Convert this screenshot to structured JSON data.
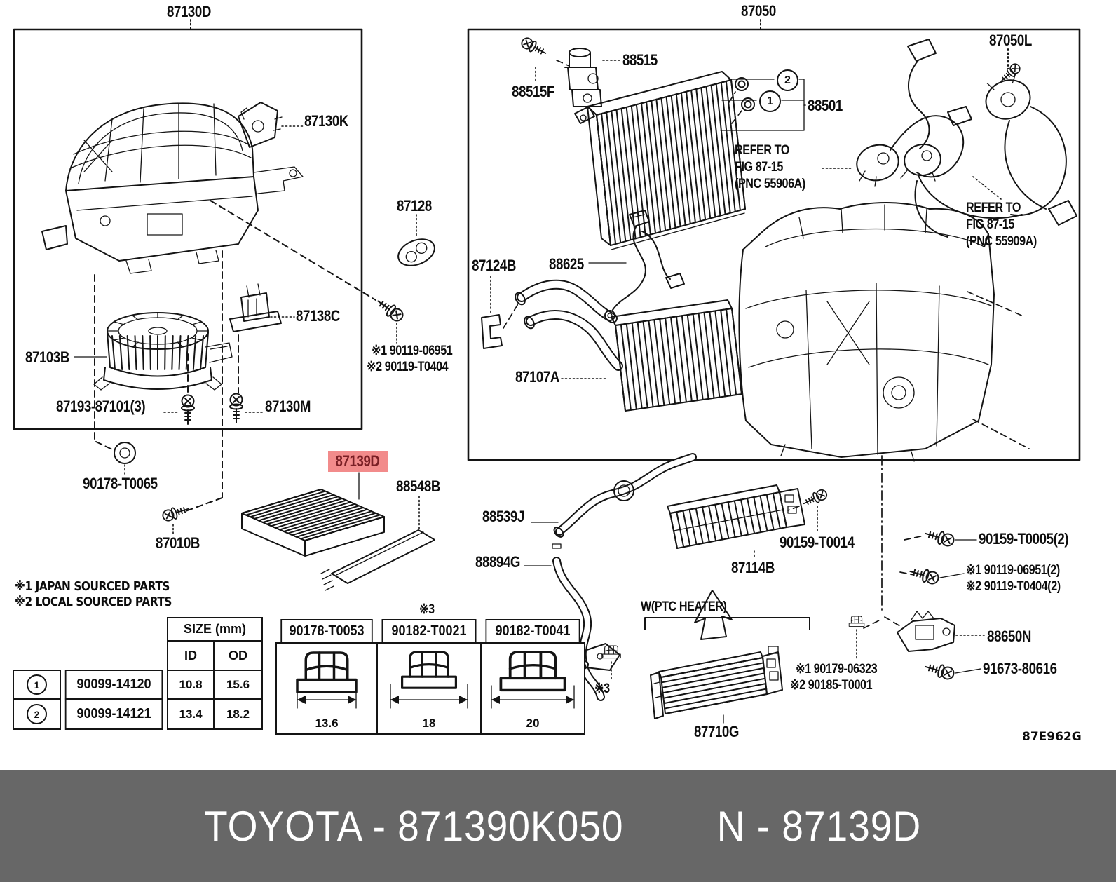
{
  "banner": {
    "left": "TOYOTA - 871390K050",
    "right": "N - 87139D"
  },
  "figure_code": "87E962G",
  "highlight": {
    "text": "87139D",
    "bg_color": "#F28B8B",
    "text_color": "#7A1F25"
  },
  "callouts": {
    "c1": "1",
    "c2": "2"
  },
  "labels": {
    "l87130D": "87130D",
    "l87050": "87050",
    "l87050L": "87050L",
    "l87130K": "87130K",
    "l88515": "88515",
    "l88515F": "88515F",
    "l88501": "88501",
    "refer1_line1": "REFER TO",
    "refer1_line2": "FIG 87-15",
    "refer1_line3": "(PNC 55906A)",
    "refer2_line1": "REFER TO",
    "refer2_line2": "FIG 87-15",
    "refer2_line3": "(PNC 55909A)",
    "l87128": "87128",
    "l87124B": "87124B",
    "l88625": "88625",
    "l87138C": "87138C",
    "l87103B": "87103B",
    "n90119_1": "※1 90119-06951",
    "n90119_2": "※2 90119-T0404",
    "l87107A": "87107A",
    "l87193": "87193-87101(3)",
    "l87130M": "87130M",
    "l90178T0065": "90178-T0065",
    "l88548B": "88548B",
    "l88539J": "88539J",
    "l87010B": "87010B",
    "l88894G": "88894G",
    "l90159T0014": "90159-T0014",
    "l90159T0005": "90159-T0005(2)",
    "l87114B": "87114B",
    "n90119b_1": "※1 90119-06951(2)",
    "n90119b_2": "※2 90119-T0404(2)",
    "noteJapan": "※1 JAPAN SOURCED PARTS",
    "noteLocal": "※2 LOCAL SOURCED PARTS",
    "lWPTC": "W(PTC HEATER)",
    "star3_top": "※3",
    "star3_nut": "※3",
    "l88650N": "88650N",
    "l91673": "91673-80616",
    "n90179_1": "※1 90179-06323",
    "n90179_2": "※2 90185-T0001",
    "l87710G": "87710G"
  },
  "size_table": {
    "header": "SIZE (mm)",
    "col_id": "ID",
    "col_od": "OD",
    "rows": [
      {
        "no": "1",
        "part": "90099-14120",
        "id": "10.8",
        "od": "15.6"
      },
      {
        "no": "2",
        "part": "90099-14121",
        "id": "13.4",
        "od": "18.2"
      }
    ]
  },
  "nut_table": {
    "note": "※3",
    "columns": [
      {
        "part": "90178-T0053",
        "dim": "13.6"
      },
      {
        "part": "90182-T0021",
        "dim": "18"
      },
      {
        "part": "90182-T0041",
        "dim": "20"
      }
    ]
  }
}
